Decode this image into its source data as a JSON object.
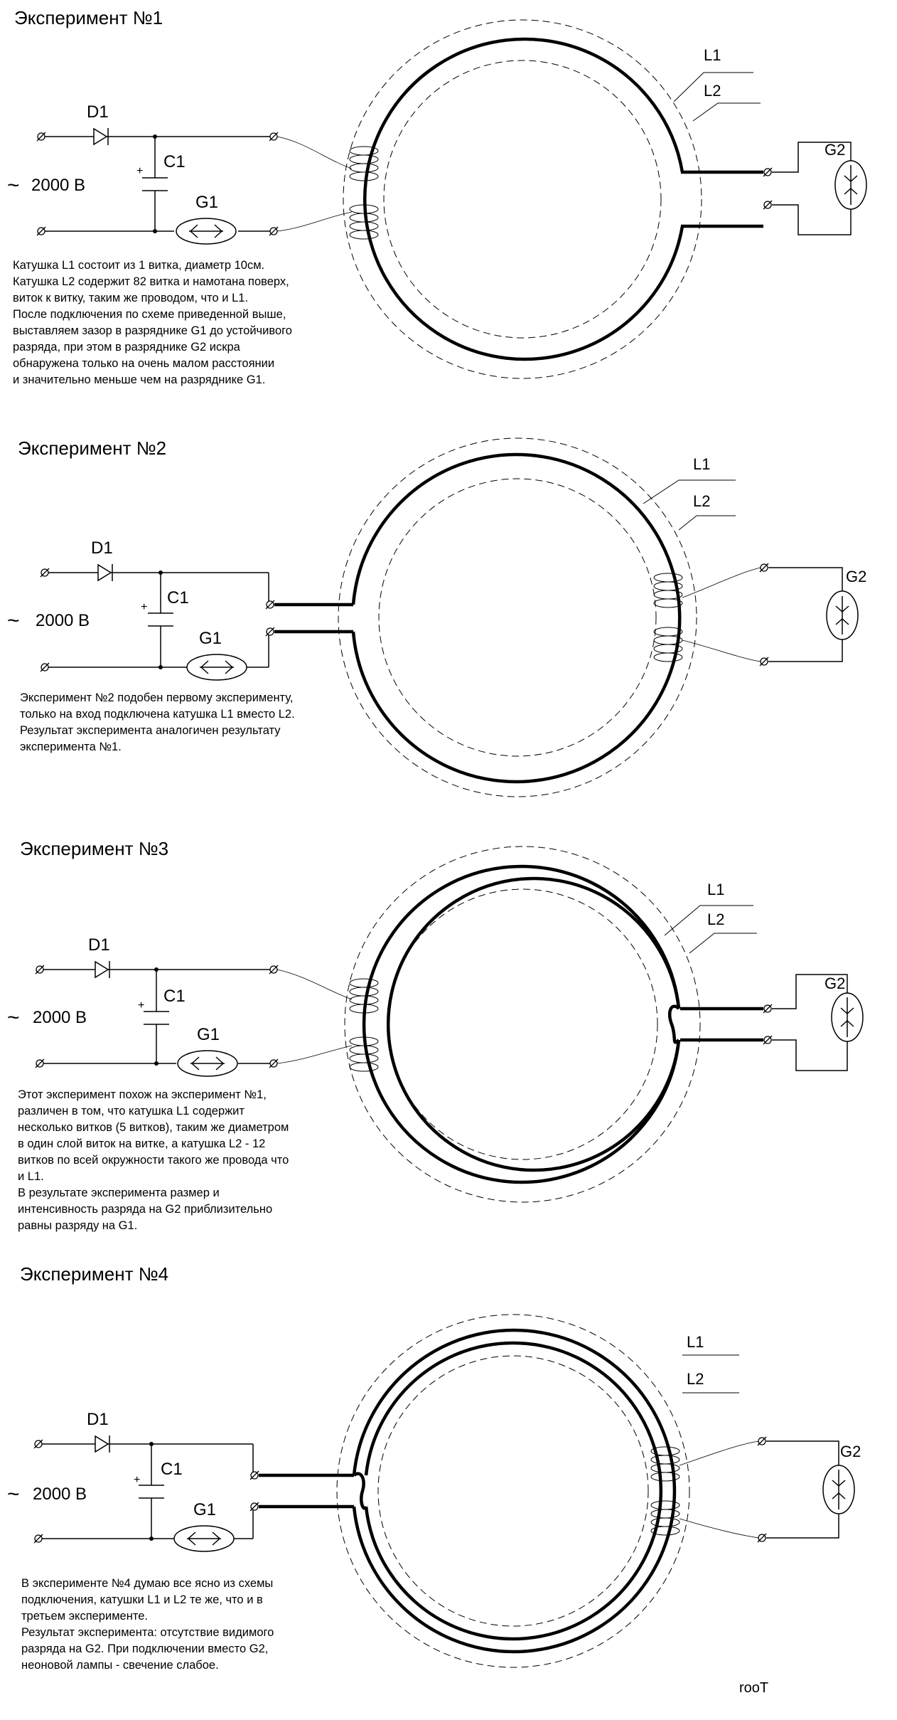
{
  "experiments": [
    {
      "title": "Эксперимент №1",
      "description": "Катушка L1 состоит из 1 витка, диаметр 10см.\nКатушка L2 содержит 82 витка и намотана поверх,\nвиток к витку, таким же проводом, что и L1.\nПосле подключения по схеме приведенной выше,\nвыставляем зазор в разряднике G1 до устойчивого\nразряда, при этом в разряднике G2 искра\nобнаружена только на очень малом расстоянии\nи значительно меньше чем на разряднике G1."
    },
    {
      "title": "Эксперимент №2",
      "description": "Эксперимент №2 подобен первому эксперименту,\nтолько на вход подключена катушка L1 вместо L2.\nРезультат эксперимента аналогичен результату\nэксперимента №1."
    },
    {
      "title": "Эксперимент №3",
      "description": "Этот эксперимент похож на эксперимент №1,\nразличен в том, что катушка L1 содержит\nнесколько витков (5 витков), таким же диаметром\nв один слой виток на витке, а катушка L2 - 12\nвитков по всей окружности такого же провода что\nи L1.\nВ результате эксперимента размер и\nинтенсивность разряда на G2 приблизительно\nравны разряду на G1."
    },
    {
      "title": "Эксперимент №4",
      "description": "В эксперименте №4 думаю все ясно из схемы\nподключения, катушки L1 и L2 те же, что и в\nтретьем эксперименте.\nРезультат эксперимента: отсутствие видимого\nразряда на G2. При подключении вместо G2,\nнеоновой лампы - свечение слабое."
    }
  ],
  "labels": {
    "diode": "D1",
    "capacitor": "C1",
    "plus": "+",
    "spark_gap_input": "G1",
    "spark_gap_output": "G2",
    "coil_1": "L1",
    "coil_2": "L2",
    "voltage": "2000 В",
    "ac_symbol": "~",
    "terminal": "ø"
  },
  "author": "rooT"
}
